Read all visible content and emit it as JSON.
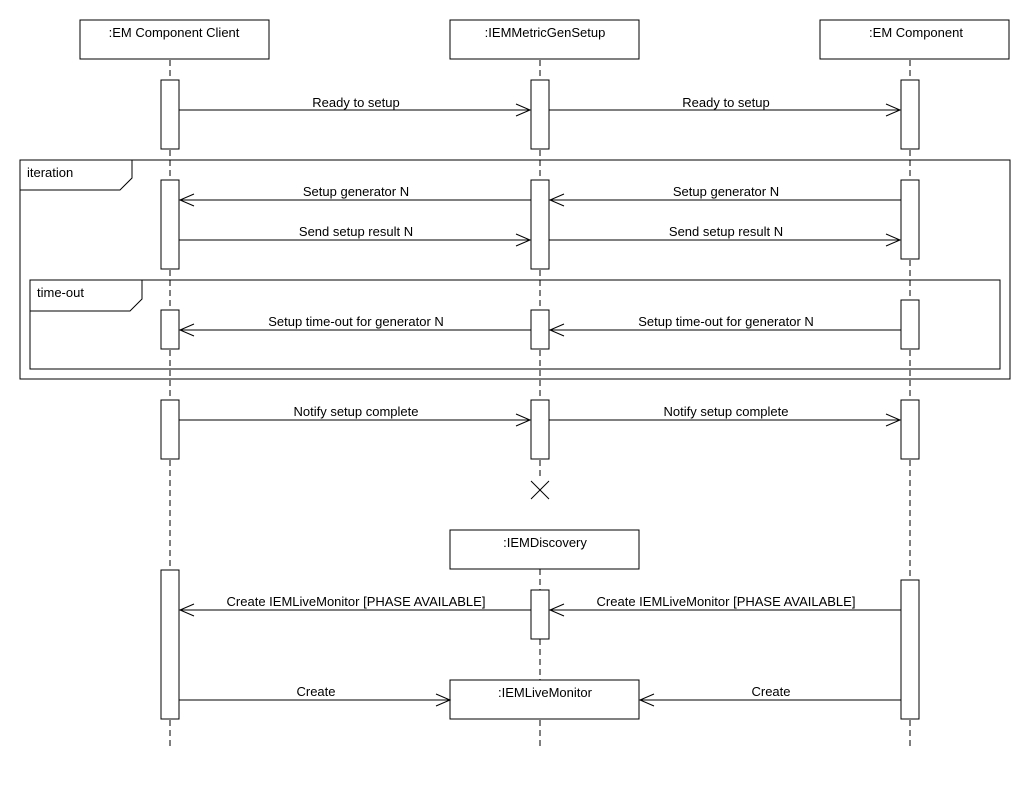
{
  "participants": [
    {
      "id": "client",
      "label": ":EM Component Client"
    },
    {
      "id": "setup",
      "label": ":IEMMetricGenSetup"
    },
    {
      "id": "component",
      "label": ":EM Component"
    },
    {
      "id": "discovery",
      "label": ":IEMDiscovery"
    },
    {
      "id": "livemonitor",
      "label": ":IEMLiveMonitor"
    }
  ],
  "fragments": [
    {
      "id": "iteration",
      "label": "iteration"
    },
    {
      "id": "timeout",
      "label": "time-out"
    }
  ],
  "messages": [
    {
      "id": "m1",
      "label": "Ready to setup",
      "from": "client",
      "to": "setup"
    },
    {
      "id": "m2",
      "label": "Ready to setup",
      "from": "setup",
      "to": "component"
    },
    {
      "id": "m3",
      "label": "Setup generator N",
      "from": "setup",
      "to": "client"
    },
    {
      "id": "m4",
      "label": "Setup generator N",
      "from": "component",
      "to": "setup"
    },
    {
      "id": "m5",
      "label": "Send setup result N",
      "from": "client",
      "to": "setup"
    },
    {
      "id": "m6",
      "label": "Send setup result N",
      "from": "setup",
      "to": "component"
    },
    {
      "id": "m7",
      "label": "Setup time-out for generator N",
      "from": "setup",
      "to": "client"
    },
    {
      "id": "m8",
      "label": "Setup time-out for generator N",
      "from": "component",
      "to": "setup"
    },
    {
      "id": "m9",
      "label": "Notify setup complete",
      "from": "client",
      "to": "setup"
    },
    {
      "id": "m10",
      "label": "Notify setup complete",
      "from": "setup",
      "to": "component"
    },
    {
      "id": "m11",
      "label": "Create IEMLiveMonitor [PHASE AVAILABLE]",
      "from": "discovery",
      "to": "client"
    },
    {
      "id": "m12",
      "label": "Create IEMLiveMonitor [PHASE AVAILABLE]",
      "from": "component",
      "to": "discovery"
    },
    {
      "id": "m13",
      "label": "Create",
      "from": "client",
      "to": "livemonitor"
    },
    {
      "id": "m14",
      "label": "Create",
      "from": "component",
      "to": "livemonitor"
    }
  ]
}
